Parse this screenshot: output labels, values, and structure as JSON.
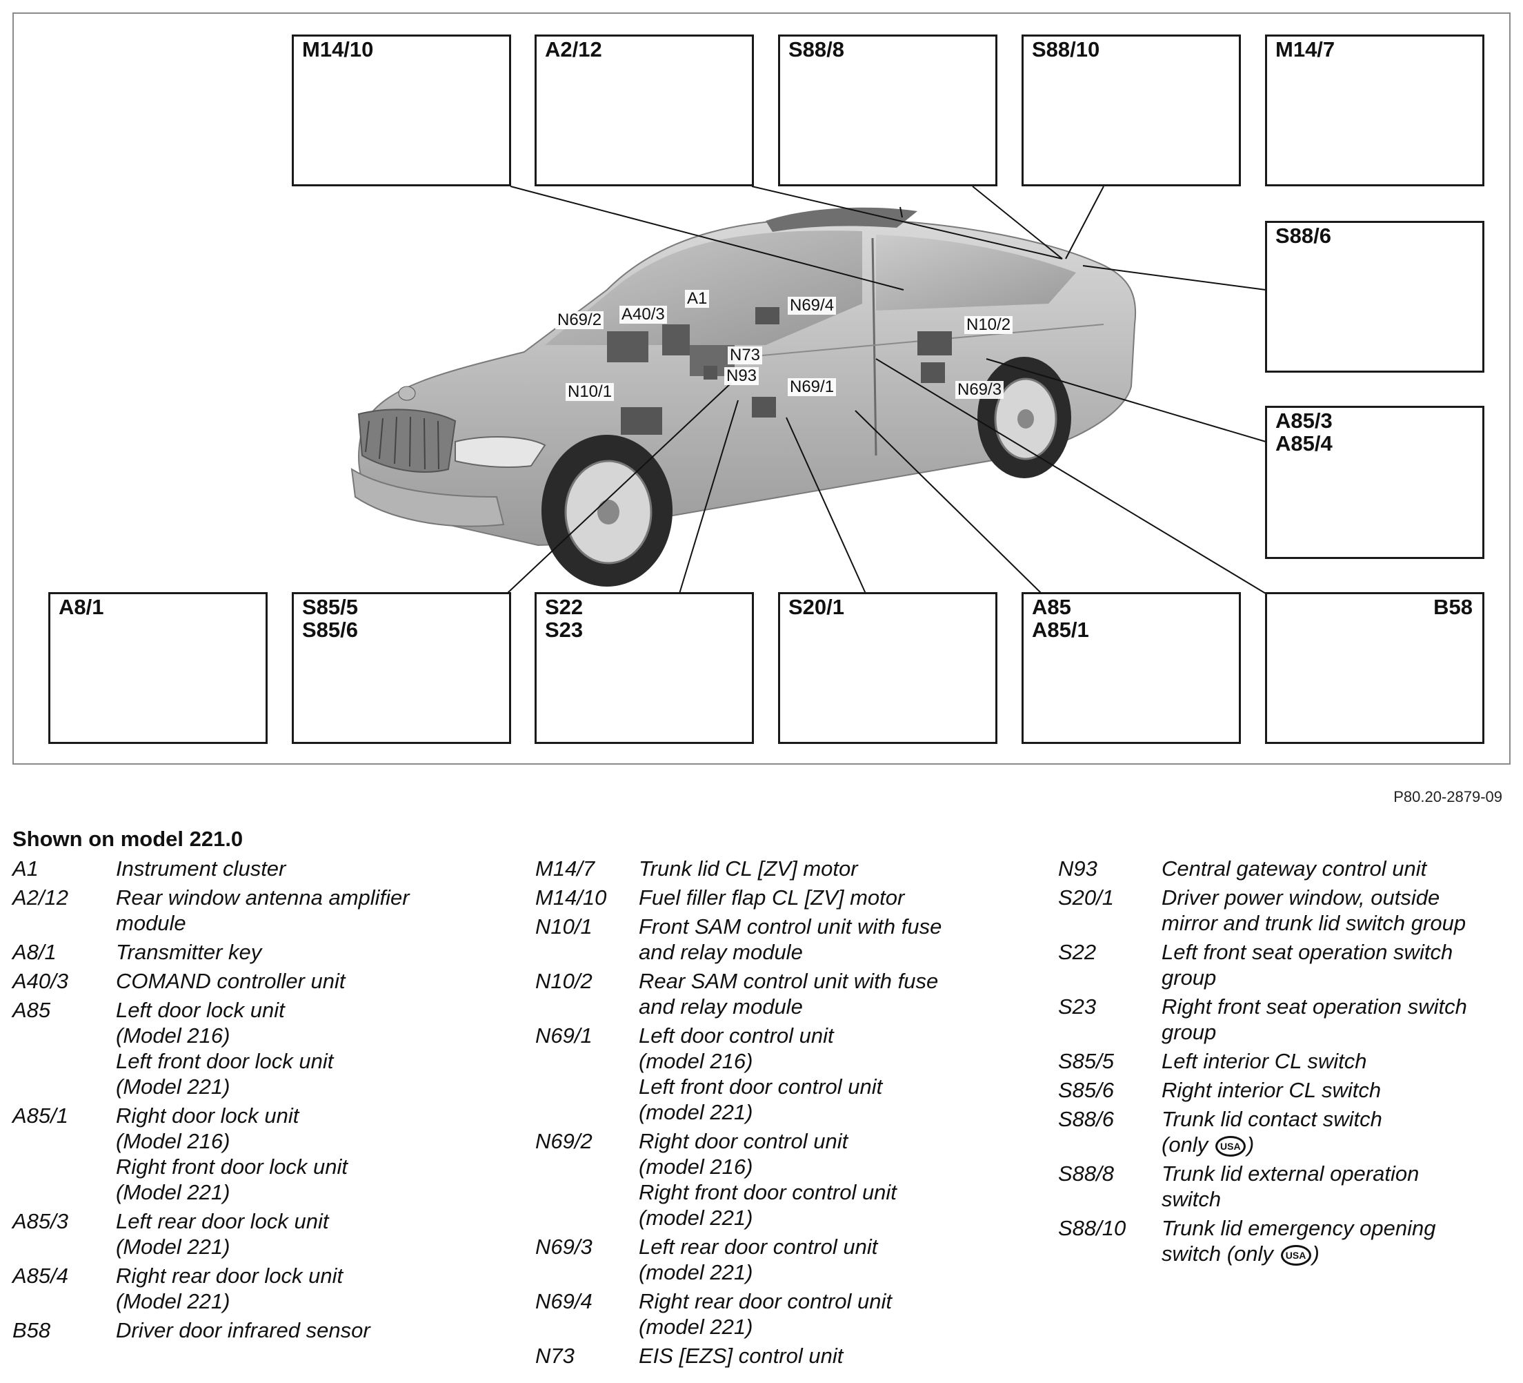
{
  "diagram": {
    "figure_ref": "P80.20-2879-09",
    "components": [
      {
        "id": "M14/10",
        "label": "M14/10"
      },
      {
        "id": "A2/12",
        "label": "A2/12"
      },
      {
        "id": "S88/8",
        "label": "S88/8"
      },
      {
        "id": "S88/10",
        "label": "S88/10"
      },
      {
        "id": "M14/7",
        "label": "M14/7"
      },
      {
        "id": "S88/6",
        "label": "S88/6"
      },
      {
        "id": "A85/3-A85/4",
        "label": "A85/3\nA85/4"
      },
      {
        "id": "A8/1",
        "label": "A8/1"
      },
      {
        "id": "S85/5-S85/6",
        "label": "S85/5\nS85/6"
      },
      {
        "id": "S22-S23",
        "label": "S22\nS23"
      },
      {
        "id": "S20/1",
        "label": "S20/1"
      },
      {
        "id": "A85-A85/1",
        "label": "A85\nA85/1"
      },
      {
        "id": "B58",
        "label": "B58"
      }
    ],
    "callouts": [
      "A1",
      "N69/2",
      "A40/3",
      "N69/4",
      "N73",
      "N93",
      "N10/1",
      "N69/1",
      "N10/2",
      "N69/3"
    ]
  },
  "legend": {
    "title": "Shown on model 221.0",
    "columns": [
      [
        {
          "code": "A1",
          "lines": [
            "Instrument cluster"
          ]
        },
        {
          "code": "A2/12",
          "lines": [
            "Rear window antenna amplifier",
            "module"
          ]
        },
        {
          "code": "A8/1",
          "lines": [
            "Transmitter key"
          ]
        },
        {
          "code": "A40/3",
          "lines": [
            "COMAND controller unit"
          ]
        },
        {
          "code": "A85",
          "lines": [
            "Left door lock unit",
            "(Model  216)",
            "Left front door lock unit",
            "(Model 221)"
          ]
        },
        {
          "code": "A85/1",
          "lines": [
            "Right door lock unit",
            "(Model 216)",
            "Right front door lock unit",
            "(Model 221)"
          ]
        },
        {
          "code": "A85/3",
          "lines": [
            "Left rear door lock unit",
            "(Model 221)"
          ]
        },
        {
          "code": "A85/4",
          "lines": [
            "Right rear door lock unit",
            "(Model 221)"
          ]
        },
        {
          "code": "B58",
          "lines": [
            "Driver door infrared sensor"
          ]
        }
      ],
      [
        {
          "code": "M14/7",
          "lines": [
            "Trunk lid CL [ZV] motor"
          ]
        },
        {
          "code": "M14/10",
          "lines": [
            "Fuel filler flap CL [ZV] motor"
          ]
        },
        {
          "code": "N10/1",
          "lines": [
            "Front SAM control unit with fuse",
            "and relay module"
          ]
        },
        {
          "code": "N10/2",
          "lines": [
            "Rear SAM control unit with fuse",
            "and relay module"
          ]
        },
        {
          "code": "N69/1",
          "lines": [
            "Left door control unit",
            "(model 216)",
            "Left front door control unit",
            "(model 221)"
          ]
        },
        {
          "code": "N69/2",
          "lines": [
            "Right door control unit",
            "(model 216)",
            "Right front door control unit",
            "(model 221)"
          ]
        },
        {
          "code": "N69/3",
          "lines": [
            "Left rear door control unit",
            "(model 221)"
          ]
        },
        {
          "code": "N69/4",
          "lines": [
            "Right rear door control unit",
            "(model 221)"
          ]
        },
        {
          "code": "N73",
          "lines": [
            "EIS [EZS] control unit"
          ]
        }
      ],
      [
        {
          "code": "N93",
          "lines": [
            "Central gateway control unit"
          ]
        },
        {
          "code": "S20/1",
          "lines": [
            "Driver power window, outside",
            "mirror and trunk lid switch group"
          ]
        },
        {
          "code": "S22",
          "lines": [
            "Left front seat operation switch",
            "group"
          ]
        },
        {
          "code": "S23",
          "lines": [
            "Right front seat operation switch",
            "group"
          ]
        },
        {
          "code": "S85/5",
          "lines": [
            "Left interior CL switch"
          ]
        },
        {
          "code": "S85/6",
          "lines": [
            "Right interior CL switch"
          ]
        },
        {
          "code": "S88/6",
          "lines": [
            "Trunk lid contact switch",
            "(only [USA])"
          ]
        },
        {
          "code": "S88/8",
          "lines": [
            "Trunk lid external operation",
            "switch"
          ]
        },
        {
          "code": "S88/10",
          "lines": [
            "Trunk lid emergency opening",
            "switch (only [USA])"
          ]
        }
      ]
    ],
    "usa_badge": "USA"
  }
}
